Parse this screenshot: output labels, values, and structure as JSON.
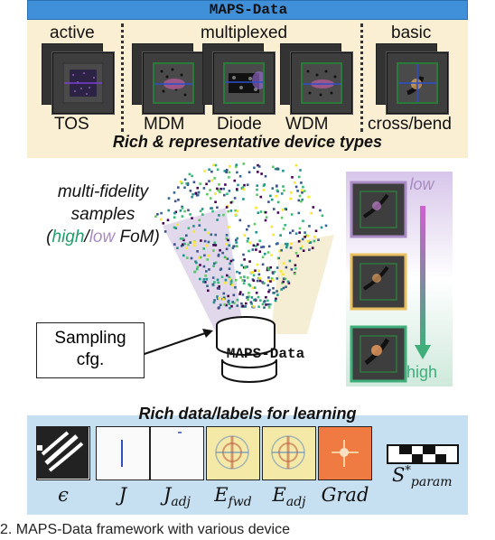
{
  "top": {
    "banner": "MAPS-Data",
    "categories": {
      "active": "active",
      "multiplexed": "multiplexed",
      "basic": "basic"
    },
    "devices": [
      "TOS",
      "MDM",
      "Diode",
      "WDM",
      "cross/bend"
    ],
    "subtitle": "Rich & representative device types"
  },
  "middle": {
    "mf_line1": "multi-fidelity",
    "mf_line2": "samples",
    "mf_open": "(",
    "mf_high": "high",
    "mf_slash": "/",
    "mf_low": "low",
    "mf_fom": " FoM)",
    "sampling_line1": "Sampling",
    "sampling_line2": "cfg.",
    "db_label": "MAPS-Data",
    "scale_low": "low",
    "scale_high": "high"
  },
  "bottom": {
    "subtitle": "Rich data/labels for learning",
    "labels": {
      "eps": "ϵ",
      "j": "J",
      "jadj_main": "J",
      "jadj_sub": "adj",
      "efwd_main": "E",
      "efwd_sub": "fwd",
      "eadj_main": "E",
      "eadj_sub": "adj",
      "grad": "Grad",
      "sparam_main": "S",
      "sparam_sup": "*",
      "sparam_sub": "param"
    }
  },
  "caption": "2.  MAPS-Data  framework  with  various  device"
}
